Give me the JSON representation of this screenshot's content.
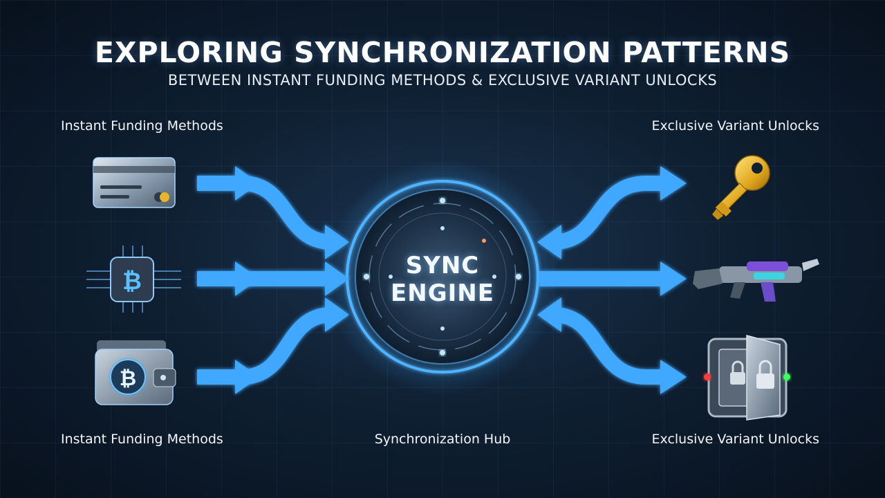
{
  "header": {
    "title": "EXPLORING SYNCHRONIZATION PATTERNS",
    "subtitle": "BETWEEN INSTANT FUNDING METHODS & EXCLUSIVE VARIANT UNLOCKS"
  },
  "labels": {
    "top_left": "Instant Funding Methods",
    "top_right": "Exclusive Variant Unlocks",
    "bottom_left": "Instant Funding Methods",
    "bottom_center": "Synchronization Hub",
    "bottom_right": "Exclusive Variant Unlocks"
  },
  "hub": {
    "line1": "SYNC",
    "line2": "ENGINE"
  },
  "funding_items": [
    {
      "icon": "credit-card-icon"
    },
    {
      "icon": "bitcoin-chip-icon"
    },
    {
      "icon": "bitcoin-wallet-icon"
    }
  ],
  "unlock_items": [
    {
      "icon": "gold-key-icon"
    },
    {
      "icon": "futuristic-rifle-icon"
    },
    {
      "icon": "locked-vault-icon"
    }
  ],
  "colors": {
    "arrow": "#3fa9ff",
    "arrow_glow": "#7cc8ff",
    "background": "#0f2033",
    "hub_ring": "#4fb3ff"
  }
}
